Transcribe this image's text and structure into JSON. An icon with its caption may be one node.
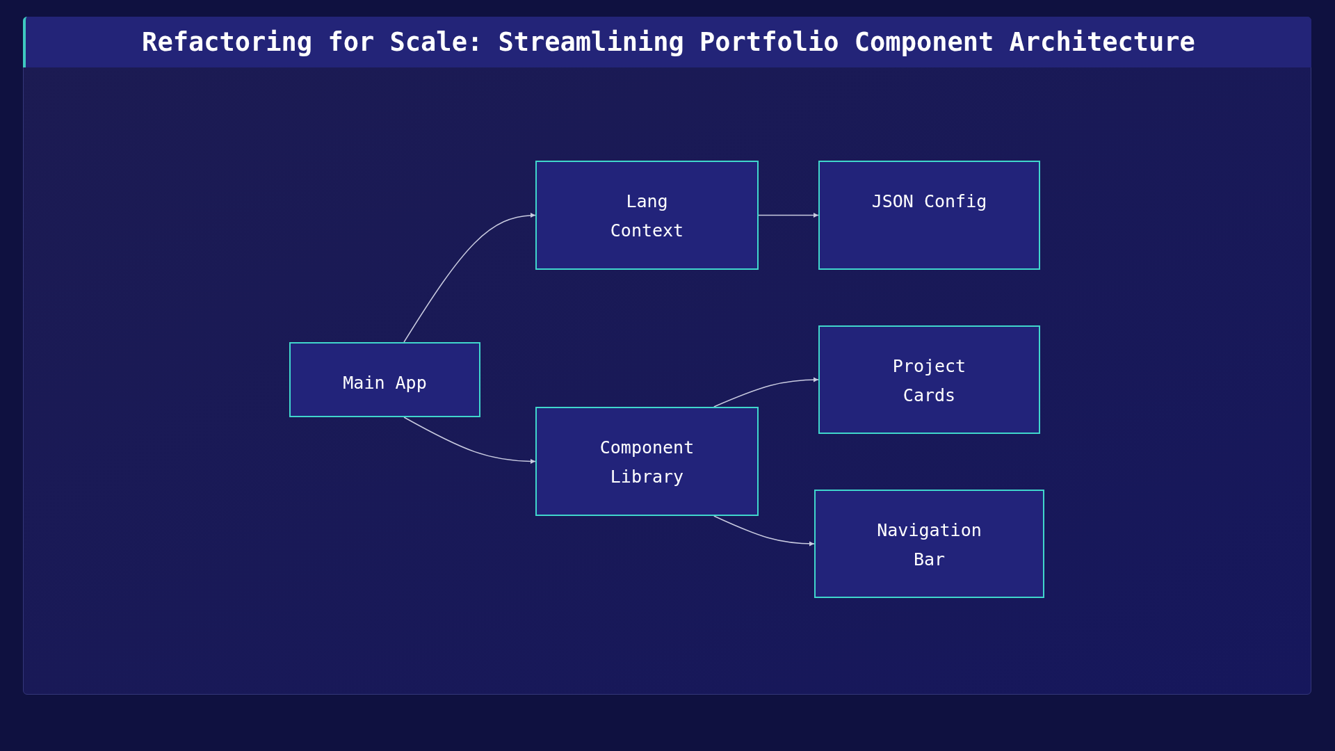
{
  "diagram": {
    "title": "Refactoring for Scale: Streamlining Portfolio Component Architecture",
    "nodes": [
      {
        "text": [
          "Main App"
        ]
      },
      {
        "text": [
          "Lang Context"
        ]
      },
      {
        "text": [
          "JSON Config"
        ]
      },
      {
        "text": [
          "Project Cards"
        ]
      },
      {
        "text": [
          "Component Library"
        ]
      },
      {
        "text": [
          "Navigation Bar"
        ]
      }
    ],
    "edges": [
      {
        "from": 0,
        "to": 1,
        "arrow": "to"
      },
      {
        "from": 0,
        "to": 4,
        "arrow": "to"
      },
      {
        "from": 1,
        "to": 2,
        "arrow": "to"
      },
      {
        "from": 4,
        "to": 3,
        "arrow": "to"
      },
      {
        "from": 4,
        "to": 5,
        "arrow": "to"
      }
    ]
  }
}
